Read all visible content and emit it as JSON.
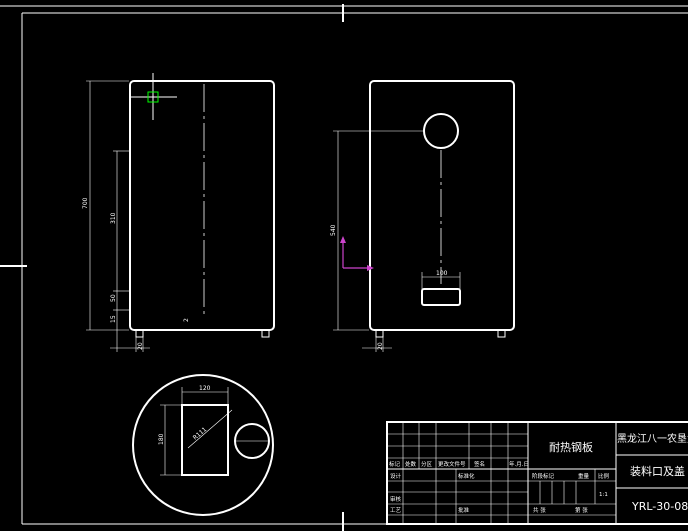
{
  "colors": {
    "background": "#000000",
    "line": "#ffffff",
    "cursor": "#00ff00",
    "ucs": "#cc44cc"
  },
  "icons": {
    "cursor": "crosshair-cursor-icon",
    "ucs": "ucs-icon"
  },
  "front_view": {
    "dims": {
      "overall_height": "700",
      "upper_height": "310",
      "lower_height": "50",
      "base_height": "15",
      "foot_width": "20",
      "wall": "2"
    }
  },
  "side_view": {
    "dims": {
      "opening_height": "540",
      "window_width": "100",
      "foot_width": "20"
    }
  },
  "top_view": {
    "dims": {
      "width": "120",
      "length": "180",
      "radius": "R111"
    }
  },
  "title_block": {
    "material": "耐热钢板",
    "institution": "黑龙江八一农垦大",
    "part_name": "装料口及盖",
    "drawing_no": "YRL-30-08",
    "scale": "1:1",
    "revision_headers": [
      "标记",
      "处数",
      "分区",
      "更改文件号",
      "签名",
      "年.月.日"
    ],
    "design": "设计",
    "standardization": "标准化",
    "review": "审核",
    "process": "工艺",
    "approve": "批准",
    "stage_mark": "阶段标记",
    "weight": "重量",
    "scale_label": "比例",
    "sheets_total": "共 张",
    "sheet_no": "第 张"
  }
}
